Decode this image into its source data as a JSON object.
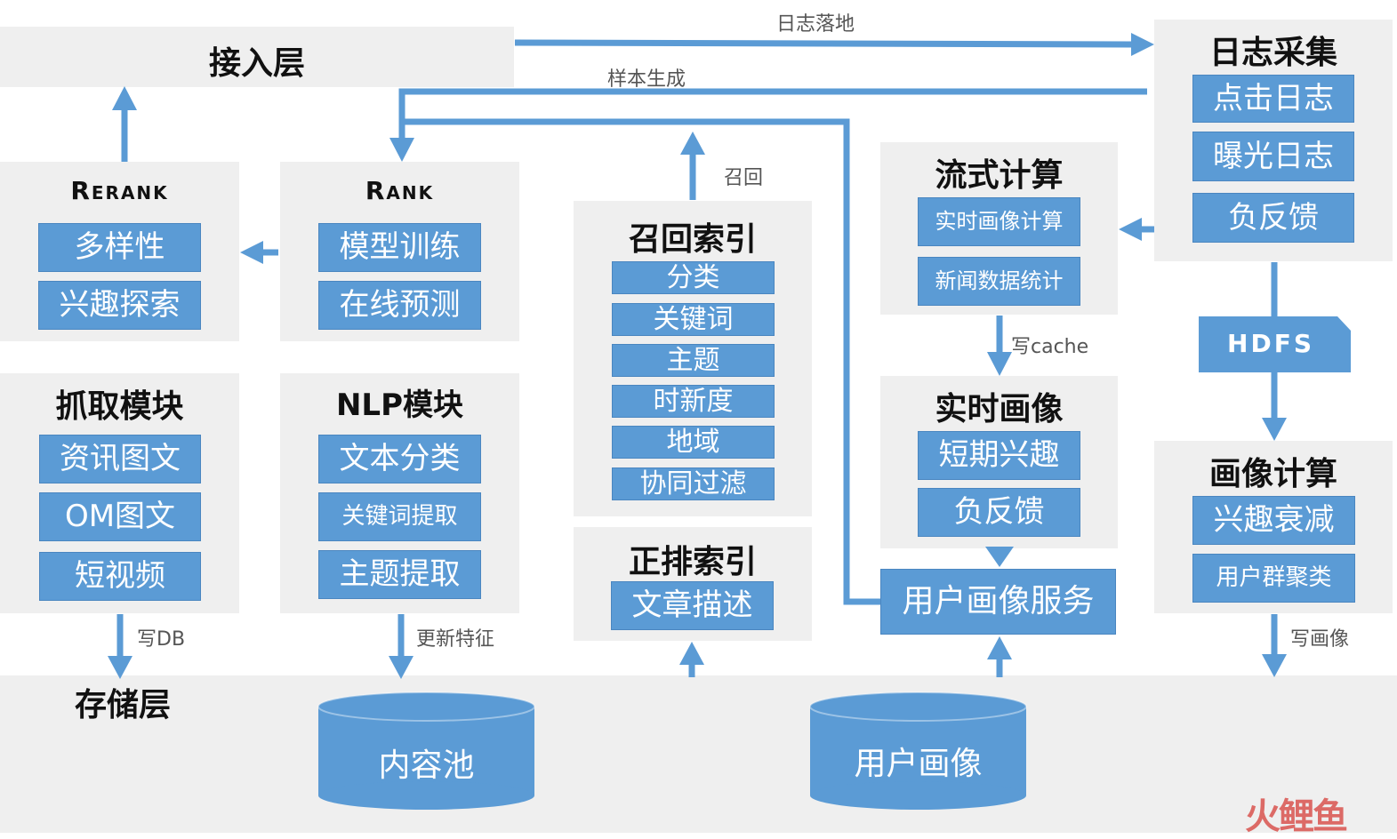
{
  "access_layer": {
    "title": "接入层"
  },
  "log_collection": {
    "title": "日志采集",
    "items": [
      "点击日志",
      "曝光日志",
      "负反馈"
    ]
  },
  "rerank": {
    "title": "Rerank",
    "items": [
      "多样性",
      "兴趣探索"
    ]
  },
  "rank": {
    "title": "Rank",
    "items": [
      "模型训练",
      "在线预测"
    ]
  },
  "recall_index": {
    "title": "召回索引",
    "items": [
      "分类",
      "关键词",
      "主题",
      "时新度",
      "地域",
      "协同过滤"
    ]
  },
  "forward_index": {
    "title": "正排索引",
    "items": [
      "文章描述"
    ]
  },
  "stream_compute": {
    "title": "流式计算",
    "items": [
      "实时画像计算",
      "新闻数据统计"
    ]
  },
  "realtime_profile": {
    "title": "实时画像",
    "items": [
      "短期兴趣",
      "负反馈"
    ]
  },
  "user_profile_service": {
    "label": "用户画像服务"
  },
  "crawl_module": {
    "title": "抓取模块",
    "items": [
      "资讯图文",
      "OM图文",
      "短视频"
    ]
  },
  "nlp_module": {
    "title": "NLP模块",
    "items": [
      "文本分类",
      "关键词提取",
      "主题提取"
    ]
  },
  "profile_compute": {
    "title": "画像计算",
    "items": [
      "兴趣衰减",
      "用户群聚类"
    ]
  },
  "hdfs": {
    "label": "HDFS"
  },
  "storage_layer": {
    "title": "存储层"
  },
  "content_pool": {
    "label": "内容池"
  },
  "user_profile_db": {
    "label": "用户画像"
  },
  "edge_labels": {
    "log_landing": "日志落地",
    "sample_gen": "样本生成",
    "recall": "召回",
    "write_cache": "写cache",
    "write_db": "写DB",
    "update_features": "更新特征",
    "write_profile": "写画像"
  },
  "watermark": "火鲤鱼",
  "colors": {
    "accent": "#5b9bd5",
    "panel": "#efefef",
    "arrow": "#5b9bd5",
    "watermark": "#d9534f"
  }
}
